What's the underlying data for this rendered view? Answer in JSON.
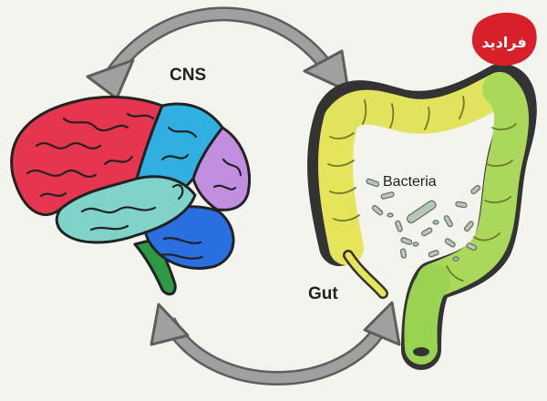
{
  "labels": {
    "cns": "CNS",
    "gut": "Gut",
    "bacteria": "Bacteria"
  },
  "logo": {
    "text": "فرادید",
    "color": "#d8202a"
  },
  "colors": {
    "background": "#f3f4ee",
    "arrow_fill": "#9a9a9a",
    "arrow_stroke": "#5e5e5e",
    "frontal_lobe": "#e5354f",
    "parietal_lobe": "#2fb0e0",
    "occipital_lobe": "#c28fe0",
    "temporal_lobe": "#7fd3c8",
    "cerebellum": "#2a6fe0",
    "brainstem": "#2f9a45",
    "colon_yellow": "#e6e45a",
    "colon_green": "#9ad352",
    "bacteria_fill": "#b6c9b7"
  }
}
